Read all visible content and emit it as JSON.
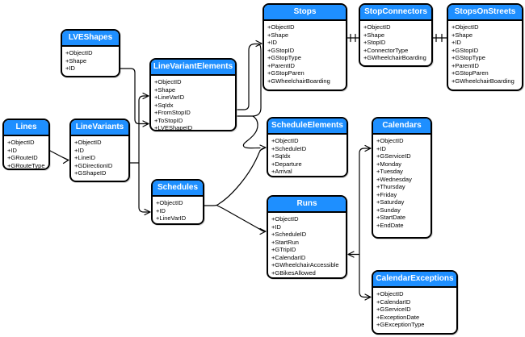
{
  "diagram": {
    "type": "entity-relationship",
    "header_color": "#1e8fff",
    "header_text_color": "#ffffff",
    "line_color": "#000000",
    "tables": [
      {
        "name": "LVEShapes",
        "fields": [
          "+ObjectID",
          "+Shape",
          "+ID"
        ]
      },
      {
        "name": "LineVariantElements",
        "fields": [
          "+ObjectID",
          "+Shape",
          "+LineVarID",
          "+SqIdx",
          "+FromStopID",
          "+ToStopID",
          "+LVEShapeID"
        ]
      },
      {
        "name": "Lines",
        "fields": [
          "+ObjectID",
          "+ID",
          "+GRouteID",
          "+GRouteType"
        ]
      },
      {
        "name": "LineVariants",
        "fields": [
          "+ObjectID",
          "+ID",
          "+LineID",
          "+GDirectionID",
          "+GShapeID"
        ]
      },
      {
        "name": "Schedules",
        "fields": [
          "+ObjectID",
          "+ID",
          "+LineVarID"
        ]
      },
      {
        "name": "Stops",
        "fields": [
          "+ObjectID",
          "+Shape",
          "+ID",
          "+GStopID",
          "+GStopType",
          "+ParentID",
          "+GStopParen",
          "+GWheelchairBoarding"
        ]
      },
      {
        "name": "StopConnectors",
        "fields": [
          "+ObjectID",
          "+Shape",
          "+StopID",
          "+ConnectorType",
          "+GWheelchairBoarding"
        ]
      },
      {
        "name": "StopsOnStreets",
        "fields": [
          "+ObjectID",
          "+Shape",
          "+ID",
          "+GStopID",
          "+GStopType",
          "+ParentID",
          "+GStopParen",
          "+GWheelchairBoarding"
        ]
      },
      {
        "name": "ScheduleElements",
        "fields": [
          "+ObjectID",
          "+ScheduleID",
          "+SqIdx",
          "+Departure",
          "+Arrival"
        ]
      },
      {
        "name": "Calendars",
        "fields": [
          "+ObjectID",
          "+ID",
          "+GServiceID",
          "+Monday",
          "+Tuesday",
          "+Wednesday",
          "+Thursday",
          "+Friday",
          "+Saturday",
          "+Sunday",
          "+StartDate",
          "+EndDate"
        ]
      },
      {
        "name": "Runs",
        "fields": [
          "+ObjectID",
          "+ID",
          "+ScheduleID",
          "+StartRun",
          "+GTripID",
          "+CalendarID",
          "+GWheelchairAccessible",
          "+GBikesAllowed"
        ]
      },
      {
        "name": "CalendarExceptions",
        "fields": [
          "+ObjectID",
          "+CalendarID",
          "+GServiceID",
          "+ExceptionDate",
          "+GExceptionType"
        ]
      }
    ],
    "relationships": [
      {
        "from": "Stops",
        "to": "StopConnectors",
        "style": "one-to-one ticks"
      },
      {
        "from": "StopConnectors",
        "to": "StopsOnStreets",
        "style": "one-to-one ticks"
      },
      {
        "from": "LVEShapes",
        "to": "LineVariantElements",
        "target_field": "+LVEShapeID"
      },
      {
        "from": "Lines",
        "to": "LineVariants",
        "target_field": "+LineID"
      },
      {
        "from": "LineVariants",
        "to": "LineVariantElements",
        "target_field": "+LineVarID"
      },
      {
        "from": "LineVariants",
        "to": "Schedules",
        "target_field": "+LineVarID"
      },
      {
        "from": "Schedules",
        "to": "ScheduleElements",
        "target_field": "+ScheduleID"
      },
      {
        "from": "Schedules",
        "to": "Runs",
        "target_field": "+ScheduleID"
      },
      {
        "from": "LineVariantElements",
        "to": "Stops",
        "target_field": "+ID",
        "source_fields": [
          "+FromStopID",
          "+ToStopID"
        ]
      },
      {
        "from": "LineVariantElements",
        "to": "ScheduleElements",
        "target_field": "+ScheduleID"
      },
      {
        "from": "Runs",
        "to": "Calendars",
        "target_field": "+ID"
      },
      {
        "from": "Runs",
        "to": "CalendarExceptions",
        "target_field": "+CalendarID"
      }
    ]
  }
}
